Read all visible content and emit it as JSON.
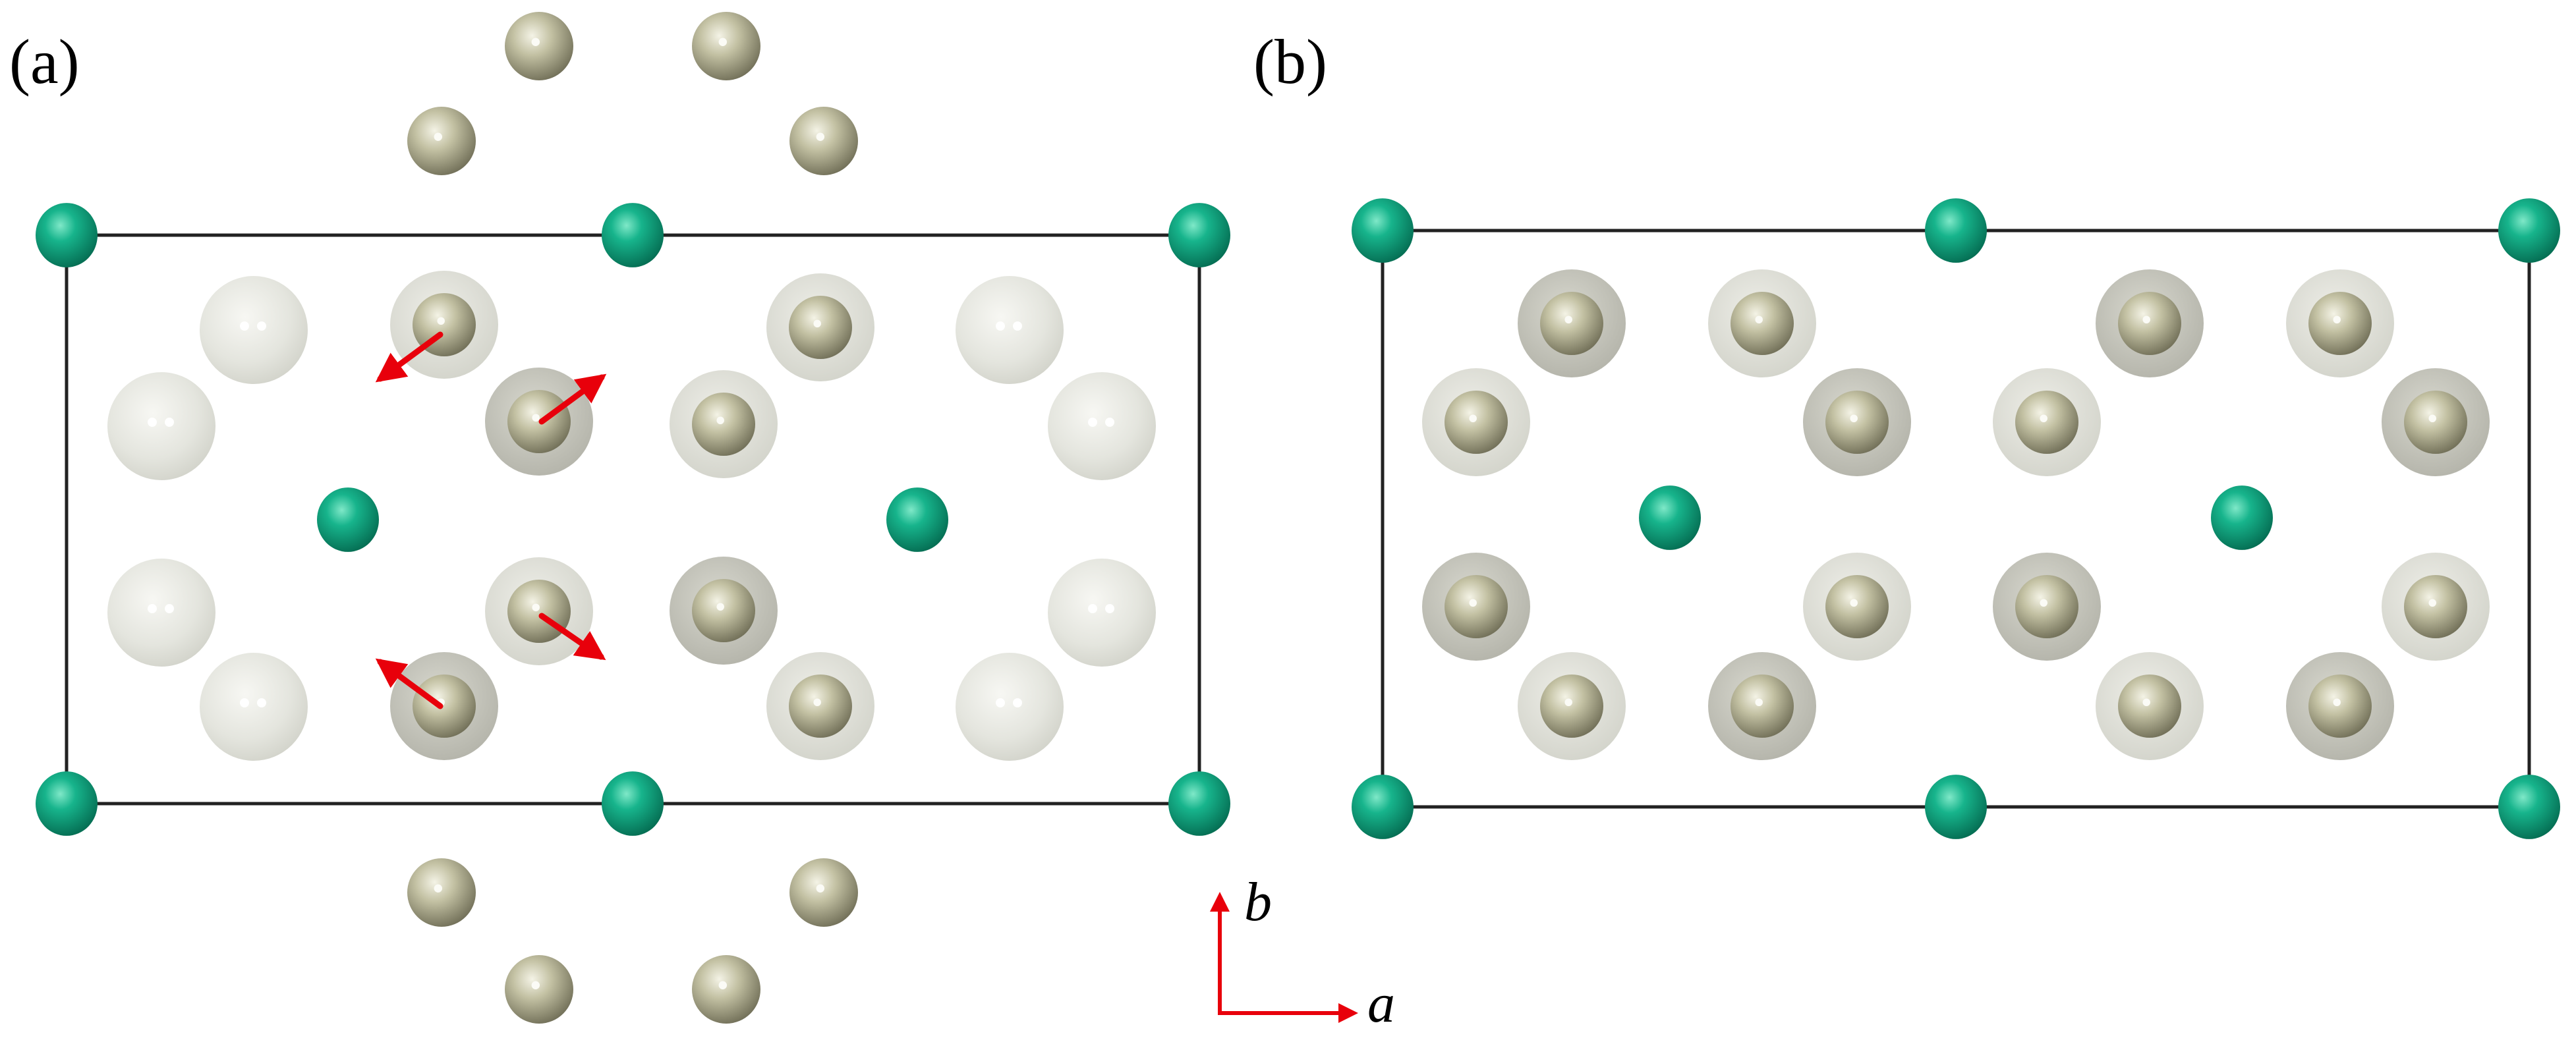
{
  "panels": [
    {
      "label": "(a)"
    },
    {
      "label": "(b)"
    }
  ],
  "axes": {
    "a_label": "a",
    "b_label": "b",
    "arrow_color": "#e8000b"
  },
  "colors": {
    "green_atom": "#0fa884",
    "tan_atom": "#b6b494",
    "halo_dark": "#c4c4bb",
    "halo_light": "#dfe0d8",
    "ghost_atom": "#e6e7e1",
    "cell_border": "#222222",
    "displacement_arrow": "#e8000b"
  }
}
